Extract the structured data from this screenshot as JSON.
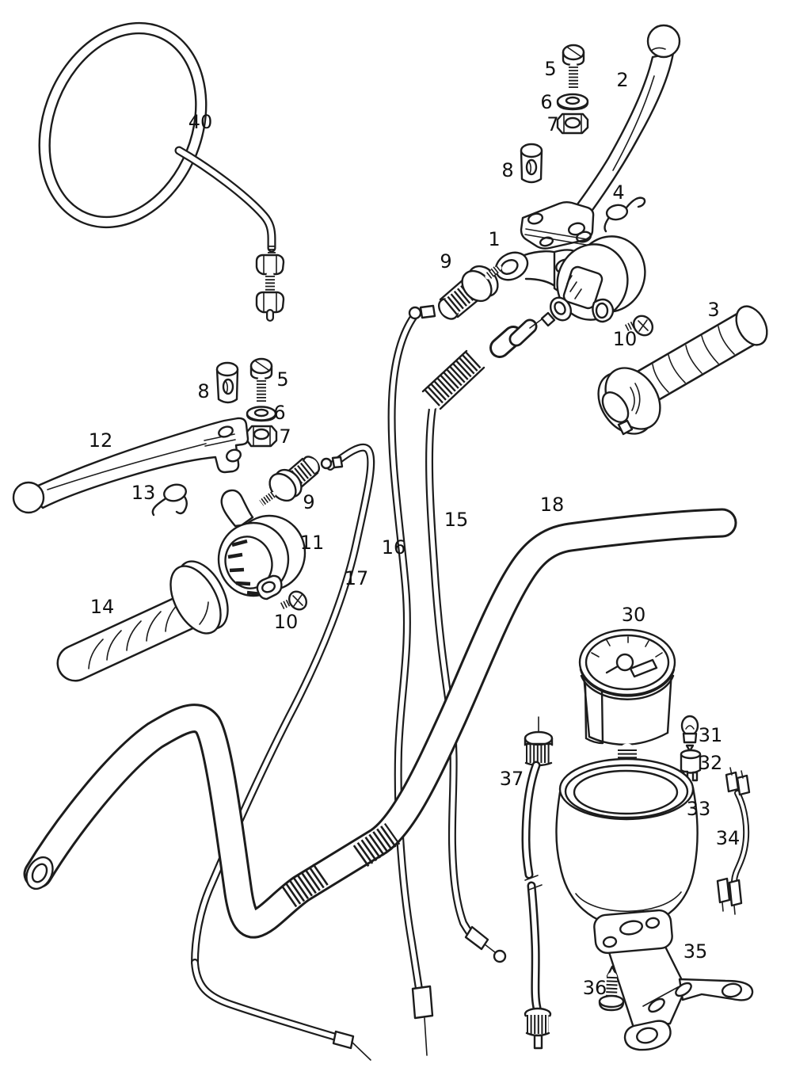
{
  "diagram": {
    "background": "#ffffff",
    "line_color": "#1c1c1c",
    "label_color": "#111111"
  },
  "callouts": [
    {
      "number": "40",
      "part": "rear-view-mirror"
    },
    {
      "number": "5",
      "part": "pivot-screw-right"
    },
    {
      "number": "2",
      "part": "front-brake-lever"
    },
    {
      "number": "6",
      "part": "washer-right"
    },
    {
      "number": "7",
      "part": "nut-right"
    },
    {
      "number": "8",
      "part": "pivot-pin-right"
    },
    {
      "number": "4",
      "part": "lever-spring-right"
    },
    {
      "number": "1",
      "part": "brake-lever-bracket"
    },
    {
      "number": "9",
      "part": "cable-adjuster-right"
    },
    {
      "number": "3",
      "part": "throttle-grip"
    },
    {
      "number": "10",
      "part": "bracket-screw-right"
    },
    {
      "number": "8",
      "part": "pivot-pin-left"
    },
    {
      "number": "5",
      "part": "pivot-screw-left"
    },
    {
      "number": "6",
      "part": "washer-left"
    },
    {
      "number": "7",
      "part": "nut-left"
    },
    {
      "number": "12",
      "part": "clutch-lever"
    },
    {
      "number": "13",
      "part": "lever-spring-left"
    },
    {
      "number": "9",
      "part": "cable-adjuster-left"
    },
    {
      "number": "11",
      "part": "clutch-lever-bracket"
    },
    {
      "number": "14",
      "part": "left-grip"
    },
    {
      "number": "10",
      "part": "bracket-screw-left"
    },
    {
      "number": "17",
      "part": "clutch-cable"
    },
    {
      "number": "16",
      "part": "front-brake-cable"
    },
    {
      "number": "15",
      "part": "throttle-cable"
    },
    {
      "number": "18",
      "part": "handlebar"
    },
    {
      "number": "30",
      "part": "speedometer"
    },
    {
      "number": "31",
      "part": "bulb"
    },
    {
      "number": "32",
      "part": "bulb-socket"
    },
    {
      "number": "33",
      "part": "speedometer-case"
    },
    {
      "number": "34",
      "part": "wire-lead"
    },
    {
      "number": "35",
      "part": "speedometer-bracket"
    },
    {
      "number": "36",
      "part": "tapping-screw"
    },
    {
      "number": "37",
      "part": "speedometer-cable"
    }
  ]
}
